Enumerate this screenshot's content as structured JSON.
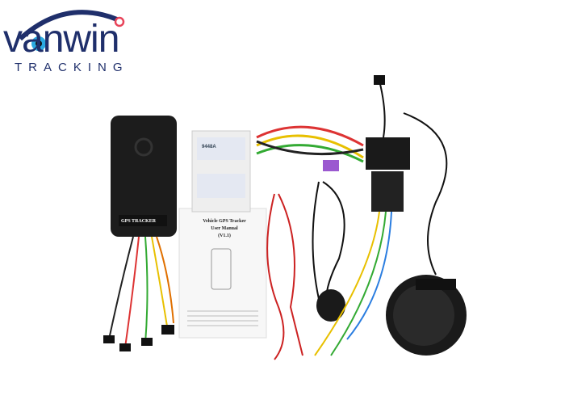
{
  "logo": {
    "brand": "vanwin",
    "tagline": "TRACKING",
    "accent_color": "#e8445a",
    "brand_color": "#1f2f6b"
  },
  "device": {
    "label": "GPS TRACKER"
  },
  "manual": {
    "title": "Vehicle GPS Tracker",
    "subtitle": "User Manual",
    "version": "(V1.1)"
  },
  "tape": {
    "label": "9448A"
  }
}
